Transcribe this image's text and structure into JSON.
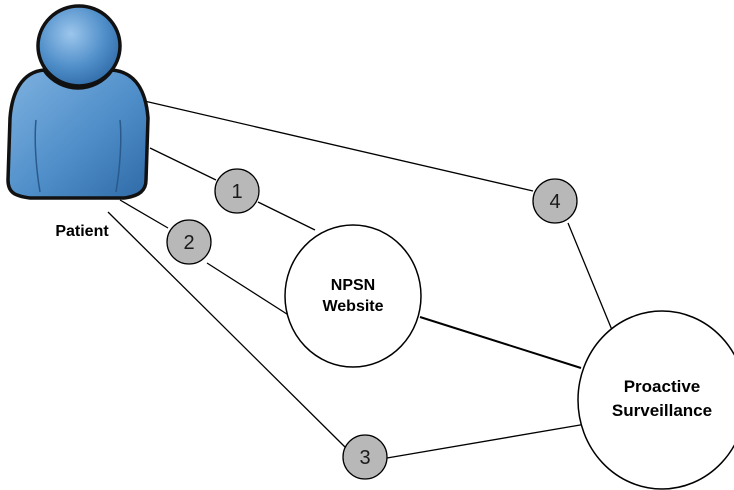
{
  "actor": {
    "label": "Patient",
    "icon": "person-icon",
    "body_color": "#4f8ec9",
    "outline_color": "#111111"
  },
  "nodes": {
    "npsn_website": {
      "line1": "NPSN",
      "line2": "Website"
    },
    "proactive_surveillance": {
      "line1": "Proactive",
      "line2": "Surveillance"
    }
  },
  "steps": [
    {
      "label": "1"
    },
    {
      "label": "2"
    },
    {
      "label": "3"
    },
    {
      "label": "4"
    }
  ],
  "colors": {
    "step_fill": "#b8b8b8",
    "node_fill": "#ffffff",
    "line": "#000000"
  }
}
